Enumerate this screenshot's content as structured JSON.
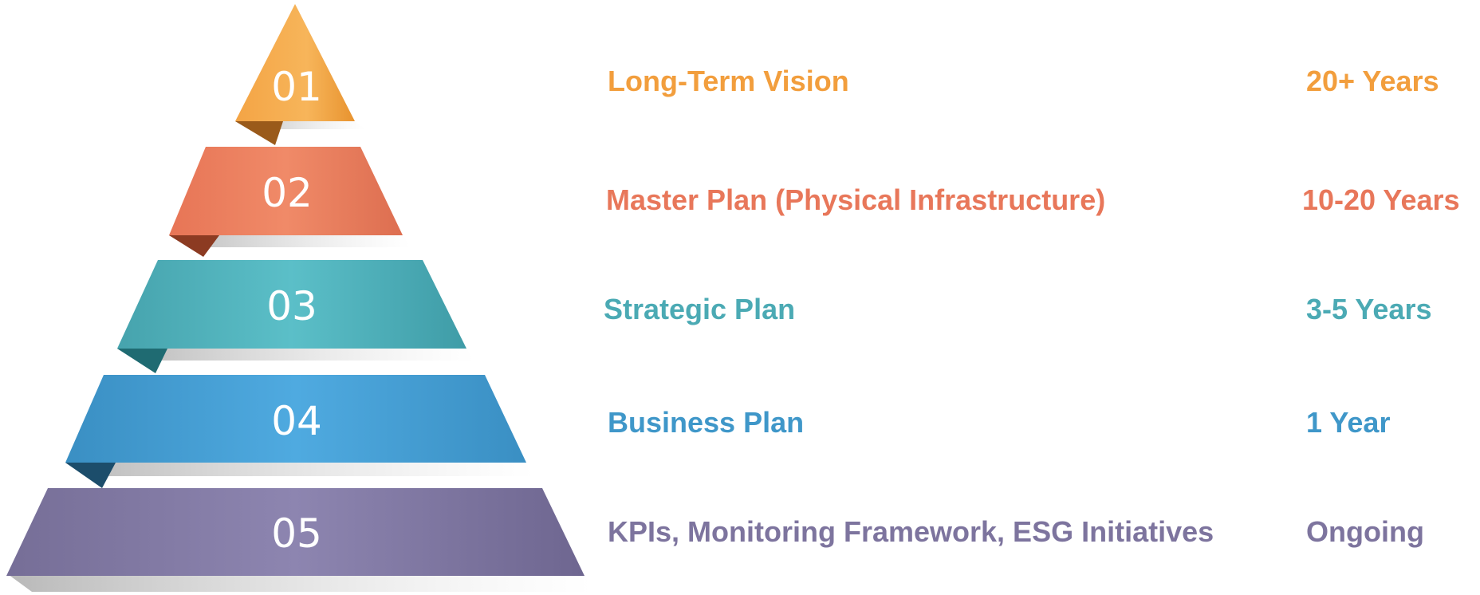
{
  "tiers": [
    {
      "number": "01",
      "label": "Long-Term Vision",
      "duration": "20+ Years",
      "color": "#F29E3D"
    },
    {
      "number": "02",
      "label": "Master Plan (Physical Infrastructure)",
      "duration": "10-20 Years",
      "color": "#E8775A"
    },
    {
      "number": "03",
      "label": "Strategic Plan",
      "duration": "3-5 Years",
      "color": "#4BAAB4"
    },
    {
      "number": "04",
      "label": "Business Plan",
      "duration": "1 Year",
      "color": "#3F97C9"
    },
    {
      "number": "05",
      "label": "KPIs, Monitoring Framework, ESG Initiatives",
      "duration": "Ongoing",
      "color": "#7D749E"
    }
  ]
}
